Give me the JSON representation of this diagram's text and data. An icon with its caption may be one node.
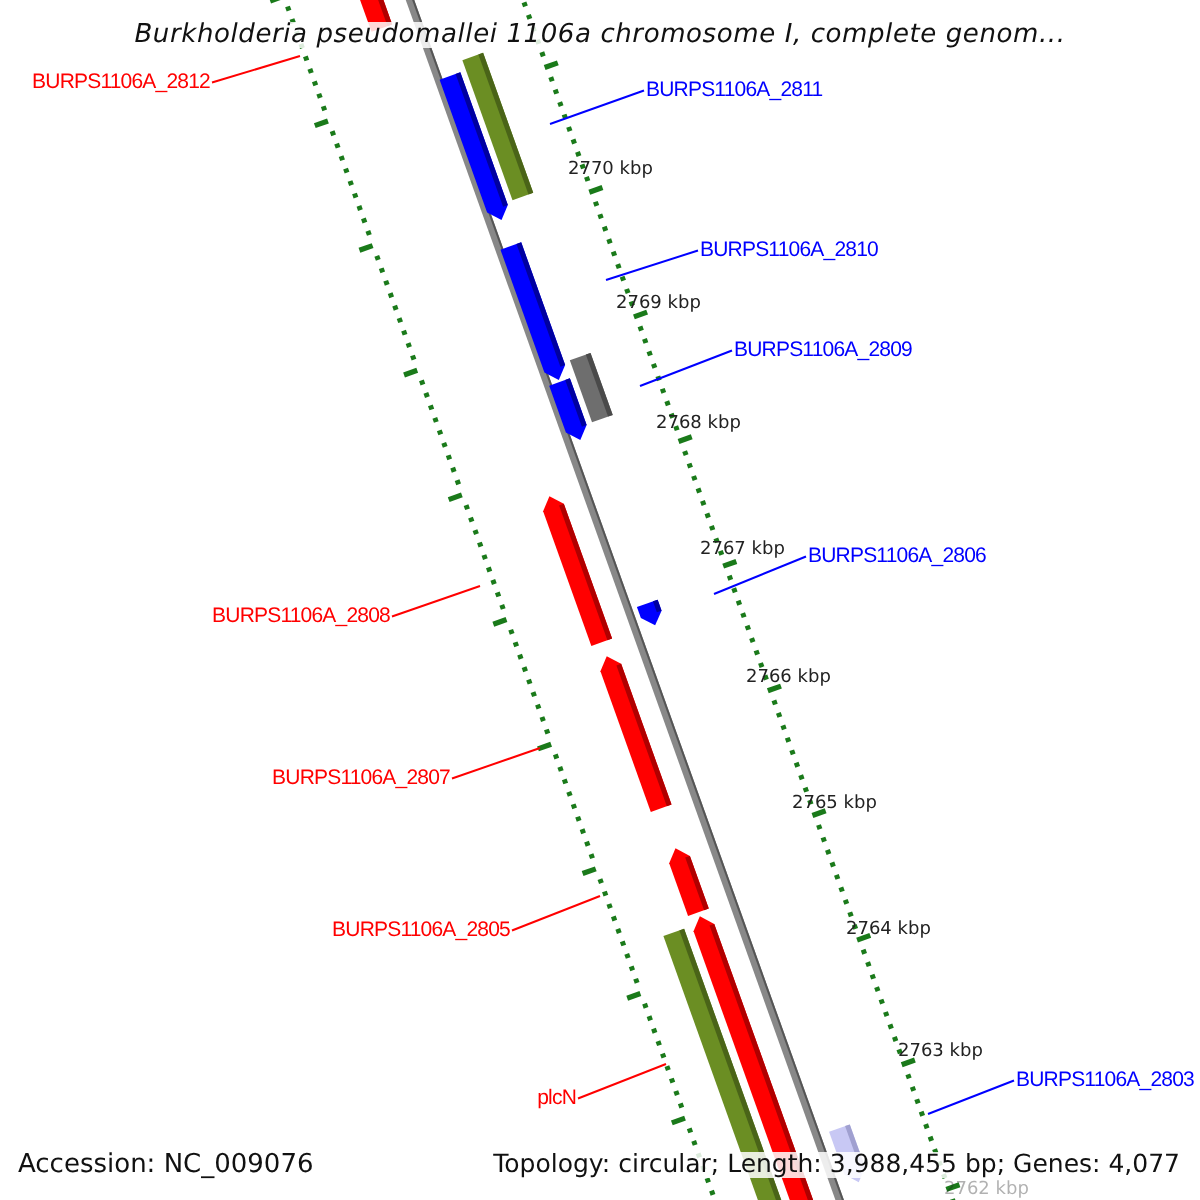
{
  "diagram": {
    "title": "Burkholderia pseudomallei 1106a chromosome I, complete genom...",
    "nodes": [
      {
        "text": [
          "BURPS1106A_2812"
        ]
      },
      {
        "text": [
          "BURPS1106A_2811"
        ]
      },
      {
        "text": [
          "BURPS1106A_2810"
        ]
      },
      {
        "text": [
          "BURPS1106A_2809"
        ]
      },
      {
        "text": [
          "BURPS1106A_2806"
        ]
      },
      {
        "text": [
          "BURPS1106A_2808"
        ]
      },
      {
        "text": [
          "BURPS1106A_2807"
        ]
      },
      {
        "text": [
          "BURPS1106A_2805"
        ]
      },
      {
        "text": [
          "plcN"
        ]
      },
      {
        "text": [
          "BURPS1106A_2803"
        ]
      }
    ],
    "edges": [
      {
        "from": 0,
        "to": null,
        "arrow": "none",
        "color": "#ff0000"
      },
      {
        "from": 1,
        "to": null,
        "arrow": "none",
        "color": "#0000ff"
      },
      {
        "from": 2,
        "to": null,
        "arrow": "none",
        "color": "#0000ff"
      },
      {
        "from": 3,
        "to": null,
        "arrow": "none",
        "color": "#0000ff"
      },
      {
        "from": 4,
        "to": null,
        "arrow": "none",
        "color": "#0000ff"
      },
      {
        "from": 5,
        "to": null,
        "arrow": "none",
        "color": "#ff0000"
      },
      {
        "from": 6,
        "to": null,
        "arrow": "none",
        "color": "#ff0000"
      },
      {
        "from": 7,
        "to": null,
        "arrow": "none",
        "color": "#ff0000"
      },
      {
        "from": 8,
        "to": null,
        "arrow": "none",
        "color": "#ff0000"
      },
      {
        "from": 9,
        "to": null,
        "arrow": "none",
        "color": "#0000ff"
      }
    ],
    "labels": [
      "2770 kbp",
      "2769 kbp",
      "2768 kbp",
      "2767 kbp",
      "2766 kbp",
      "2765 kbp",
      "2764 kbp",
      "2763 kbp",
      "2762 kbp",
      "Accession: NC_009076",
      "Topology: circular; Length: 3,988,455 bp; Genes: 4,077"
    ]
  }
}
